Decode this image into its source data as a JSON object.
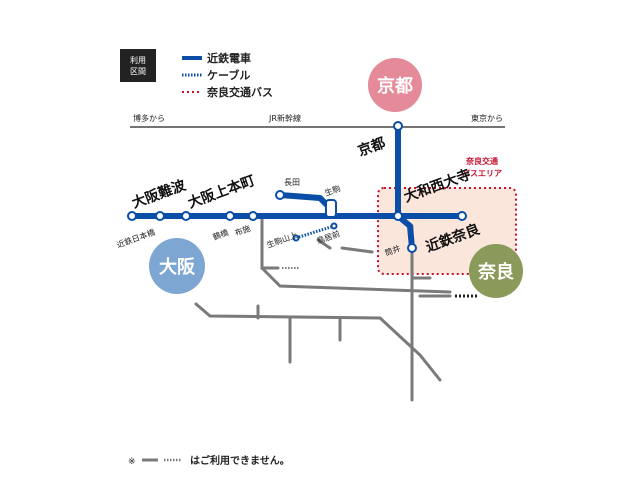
{
  "legend": {
    "box_line1": "利用",
    "box_line2": "区間",
    "kintetsu_train": "近鉄電車",
    "cable": "ケーブル",
    "nara_bus": "奈良交通バス"
  },
  "colors": {
    "kintetsu_blue": "#0a4ea8",
    "other_gray": "#7a7a7a",
    "bus_red": "#c8102e",
    "kyoto_circle": "#e58a98",
    "osaka_circle": "#7ea6d2",
    "nara_circle": "#8a9a5b",
    "bus_area_fill": "#fbe6dc"
  },
  "cities": {
    "kyoto": "京都",
    "osaka": "大阪",
    "nara": "奈良"
  },
  "shinkansen": {
    "line_label": "JR新幹線",
    "from_hakata": "博多から",
    "from_tokyo": "東京から"
  },
  "stations": {
    "osaka_namba": "大阪難波",
    "osaka_uehommachi": "大阪上本町",
    "kyoto_station": "京都",
    "yamato_saidaiji": "大和西大寺",
    "kintetsu_nara": "近鉄奈良",
    "kintetsu_nipponbashi": "近鉄日本橋",
    "tsuruhashi": "鶴橋",
    "fuse": "布施",
    "nagata": "長田",
    "ikoma": "生駒",
    "ikoma_sanjo": "生駒山上",
    "toriimae": "鳥居前",
    "tsutsui": "筒井"
  },
  "bus_area": {
    "line1": "奈良交通",
    "line2": "バスエリア"
  },
  "footnote": {
    "asterisk": "※",
    "text": "はご利用できません。"
  }
}
